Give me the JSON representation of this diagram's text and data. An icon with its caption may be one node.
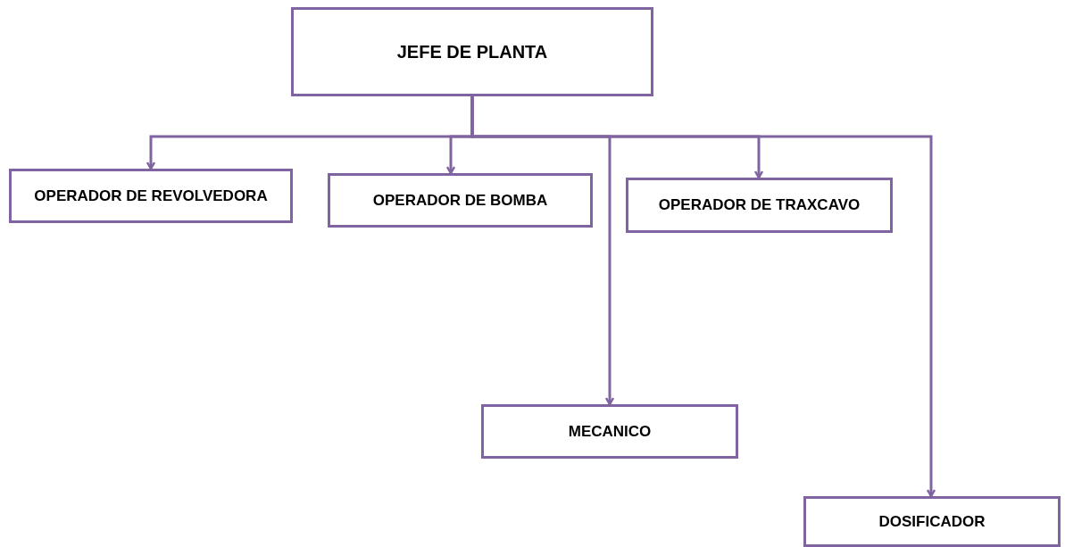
{
  "diagram": {
    "nodes": [
      {
        "text": [
          "JEFE DE PLANTA"
        ]
      },
      {
        "text": [
          "OPERADOR DE REVOLVEDORA"
        ]
      },
      {
        "text": [
          "OPERADOR DE BOMBA"
        ]
      },
      {
        "text": [
          "OPERADOR DE TRAXCAVO"
        ]
      },
      {
        "text": [
          "MECANICO"
        ]
      },
      {
        "text": [
          "DOSIFICADOR"
        ]
      }
    ],
    "edges": [
      {
        "from": 0,
        "to": 1,
        "arrow": "to"
      },
      {
        "from": 0,
        "to": 2,
        "arrow": "to"
      },
      {
        "from": 0,
        "to": 4,
        "arrow": "to"
      },
      {
        "from": 0,
        "to": 3,
        "arrow": "to"
      },
      {
        "from": 0,
        "to": 5,
        "arrow": "to"
      }
    ]
  }
}
